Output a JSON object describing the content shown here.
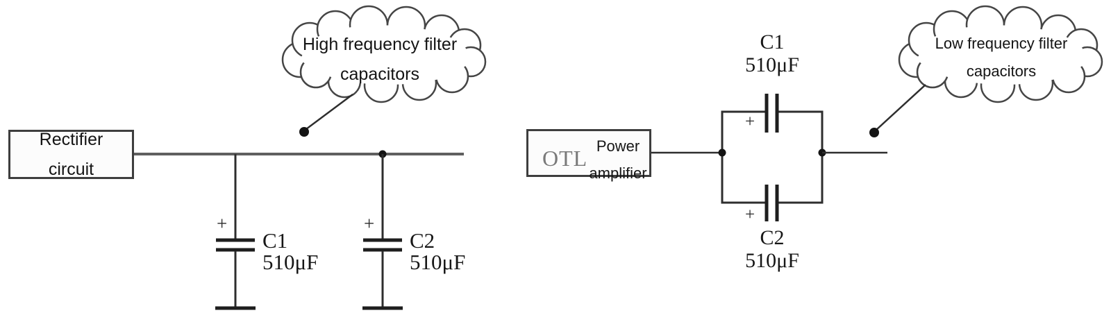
{
  "left": {
    "box": {
      "line1": "Rectifier",
      "line2": "circuit"
    },
    "cloud": {
      "line1": "High frequency filter",
      "line2": "capacitors"
    },
    "cap1": {
      "ref": "C1",
      "value": "510μF",
      "polarity": "+"
    },
    "cap2": {
      "ref": "C2",
      "value": "510μF",
      "polarity": "+"
    }
  },
  "right": {
    "box": {
      "name": "OTL",
      "line1": "Power",
      "line2": "amplifier"
    },
    "cloud": {
      "line1": "Low frequency filter",
      "line2": "capacitors"
    },
    "cap1": {
      "ref": "C1",
      "value": "510μF",
      "polarity": "+"
    },
    "cap2": {
      "ref": "C2",
      "value": "510μF",
      "polarity": "+"
    }
  },
  "colors": {
    "bus_wire": "#5f5f5f",
    "wire": "#2e2e2e",
    "plate": "#1e1e1e",
    "cloud_outline": "#454545",
    "text": "#1c1c1c",
    "otl_text": "#7a7a7a"
  }
}
